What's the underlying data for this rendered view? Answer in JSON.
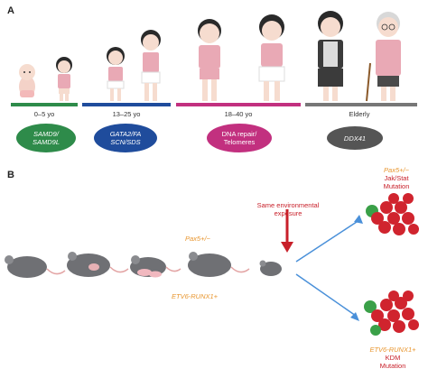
{
  "panel_a": {
    "label": "A",
    "age_groups": [
      {
        "age": "0–5 yo",
        "genes": [
          "SAMD9/",
          "SAMD9L"
        ],
        "color": "#2e8b4a",
        "italic": true
      },
      {
        "age": "13–25 yo",
        "genes": [
          "GATA2/FA",
          "SCN/SDS"
        ],
        "color": "#1f4c9c",
        "italic": true
      },
      {
        "age": "18–40 yo",
        "genes": [
          "DNA repair/",
          "Telomeres"
        ],
        "color": "#c2307f",
        "italic": false
      },
      {
        "age": "Elderly",
        "genes": [
          "DDX41"
        ],
        "color": "#555555",
        "italic": true
      }
    ]
  },
  "panel_b": {
    "label": "B",
    "env_label_line1": "Same environmental",
    "env_label_line2": "exposure",
    "pax5_mid": "Pax5+/−",
    "etv6_mid": "ETV6-RUNX1+",
    "outcome_top": {
      "genotype": "Pax5+/−",
      "line2": "Jak/Stat",
      "line3": "Mutation"
    },
    "outcome_bottom": {
      "genotype": "ETV6-RUNX1+",
      "line2": "KDM",
      "line3": "Mutation"
    }
  },
  "colors": {
    "arrow_red": "#c8202a",
    "arrow_blue": "#4a90d9",
    "mouse_grey": "#6f7074",
    "cell_red": "#d0242e",
    "cell_green": "#3aa048"
  }
}
